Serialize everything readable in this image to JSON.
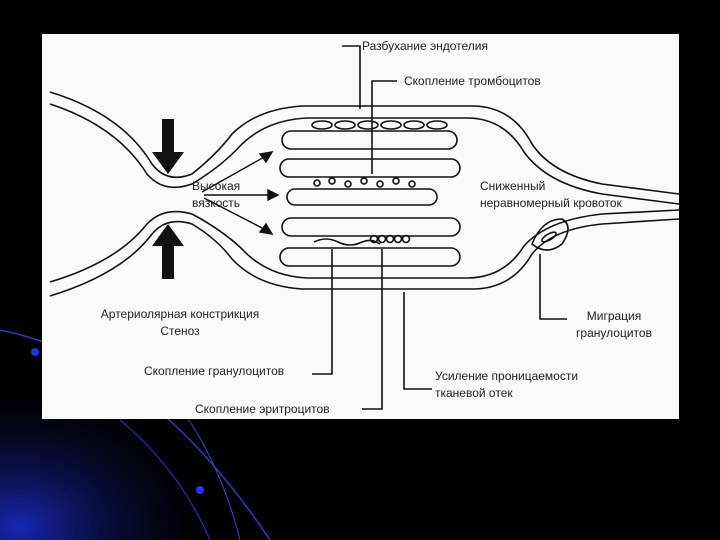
{
  "slide": {
    "background_color": "#000000",
    "accent_color": "#1a2cc8",
    "bullet_color": "#1e34e6"
  },
  "diagram": {
    "labels": {
      "endothelium_swelling": "Разбухание эндотелия",
      "platelet_aggregation": "Скопление тромбоцитов",
      "high_viscosity_1": "Высокая",
      "high_viscosity_2": "вязкость",
      "reduced_flow_1": "Сниженный",
      "reduced_flow_2": "неравномерный кровоток",
      "arteriolar_constriction_1": "Артериолярная констрикция",
      "arteriolar_constriction_2": "Стеноз",
      "granulocyte_migration_1": "Миграция",
      "granulocyte_migration_2": "гранулоцитов",
      "granulocyte_aggregation": "Скопление гранулоцитов",
      "permeability_1": "Усиление проницаемости",
      "permeability_2": "тканевой отек",
      "erythrocyte_aggregation": "Скопление эритроцитов"
    }
  }
}
